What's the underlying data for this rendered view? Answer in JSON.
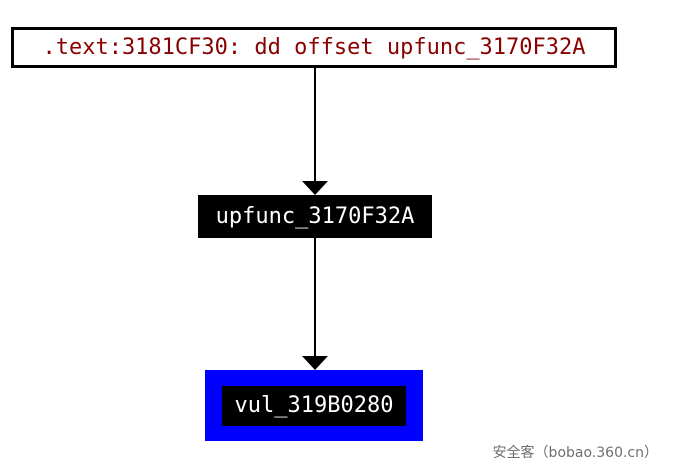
{
  "graph": {
    "background_color": "#ffffff",
    "nodes": [
      {
        "id": "xref-node",
        "label": ".text:3181CF30: dd offset upfunc_3170F32A",
        "text_color": "#880000",
        "background_color": "#ffffff",
        "border_color": "#000000"
      },
      {
        "id": "upfunc-node",
        "label": "upfunc_3170F32A",
        "text_color": "#ffffff",
        "background_color": "#000000"
      },
      {
        "id": "vul-node",
        "label": "vul_319B0280",
        "text_color": "#ffffff",
        "background_color": "#000000",
        "highlight_color": "#0000ff"
      }
    ],
    "edges": [
      {
        "from": "xref-node",
        "to": "upfunc-node",
        "color": "#000000",
        "direction": "down"
      },
      {
        "from": "upfunc-node",
        "to": "vul-node",
        "color": "#000000",
        "direction": "down"
      }
    ]
  },
  "watermark": {
    "text": "安全客（bobao.360.cn）",
    "color": "#6f6f6f"
  }
}
